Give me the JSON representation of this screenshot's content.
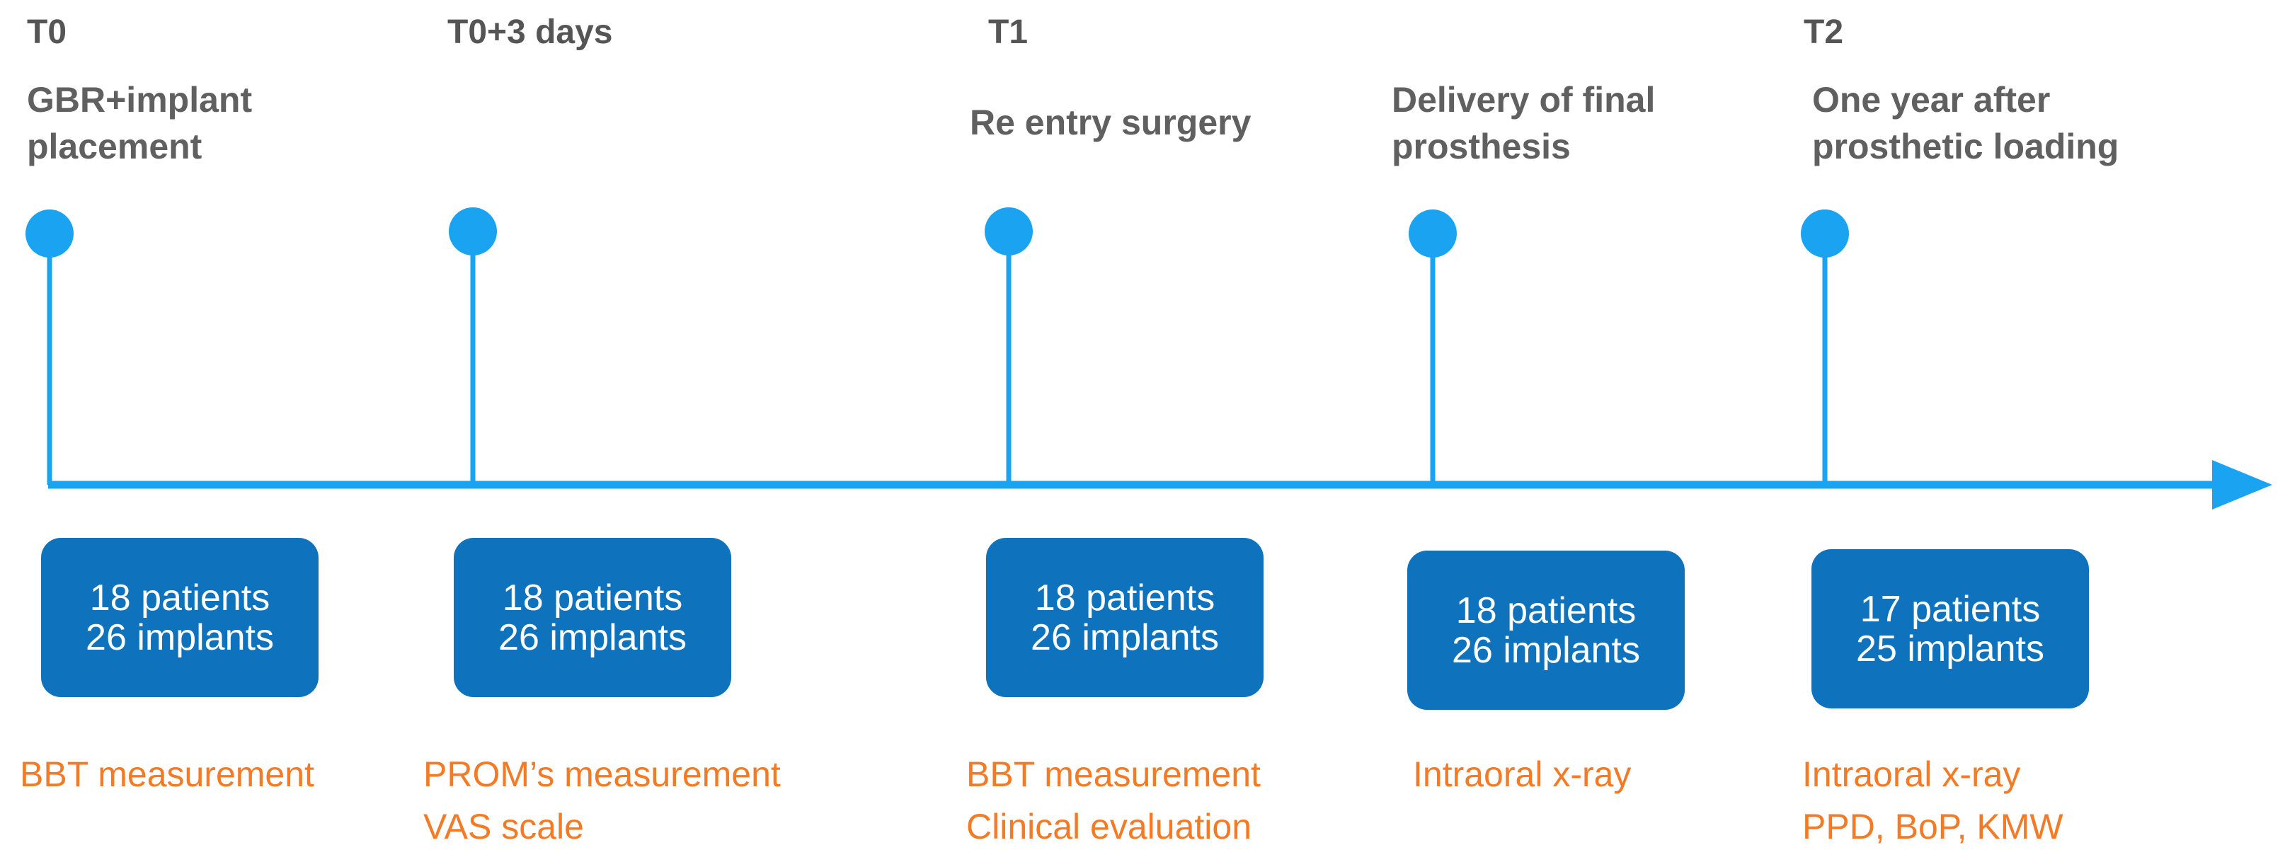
{
  "colors": {
    "timeline": "#1aa3f0",
    "box_fill": "#0f72bd",
    "box_text": "#ffffff",
    "time_label": "#555555",
    "event_label": "#606060",
    "assessment": "#f47a26"
  },
  "milestones": [
    {
      "time": "T0",
      "event": [
        "GBR+implant",
        "placement"
      ],
      "counts": [
        "18 patients",
        "26 implants"
      ],
      "assessments": [
        "BBT measurement"
      ]
    },
    {
      "time": "T0+3 days",
      "event": [],
      "counts": [
        "18 patients",
        "26 implants"
      ],
      "assessments": [
        "PROM’s measurement",
        "VAS scale"
      ]
    },
    {
      "time": "T1",
      "event": [
        "Re entry surgery"
      ],
      "counts": [
        "18 patients",
        "26 implants"
      ],
      "assessments": [
        "BBT measurement",
        "Clinical evaluation"
      ]
    },
    {
      "time": "",
      "event": [
        "Delivery of final",
        "prosthesis"
      ],
      "counts": [
        "18 patients",
        "26 implants"
      ],
      "assessments": [
        "Intraoral x-ray"
      ]
    },
    {
      "time": "T2",
      "event": [
        "One year after",
        "prosthetic loading"
      ],
      "counts": [
        "17 patients",
        "25 implants"
      ],
      "assessments": [
        "Intraoral x-ray",
        "PPD, BoP, KMW"
      ]
    }
  ]
}
